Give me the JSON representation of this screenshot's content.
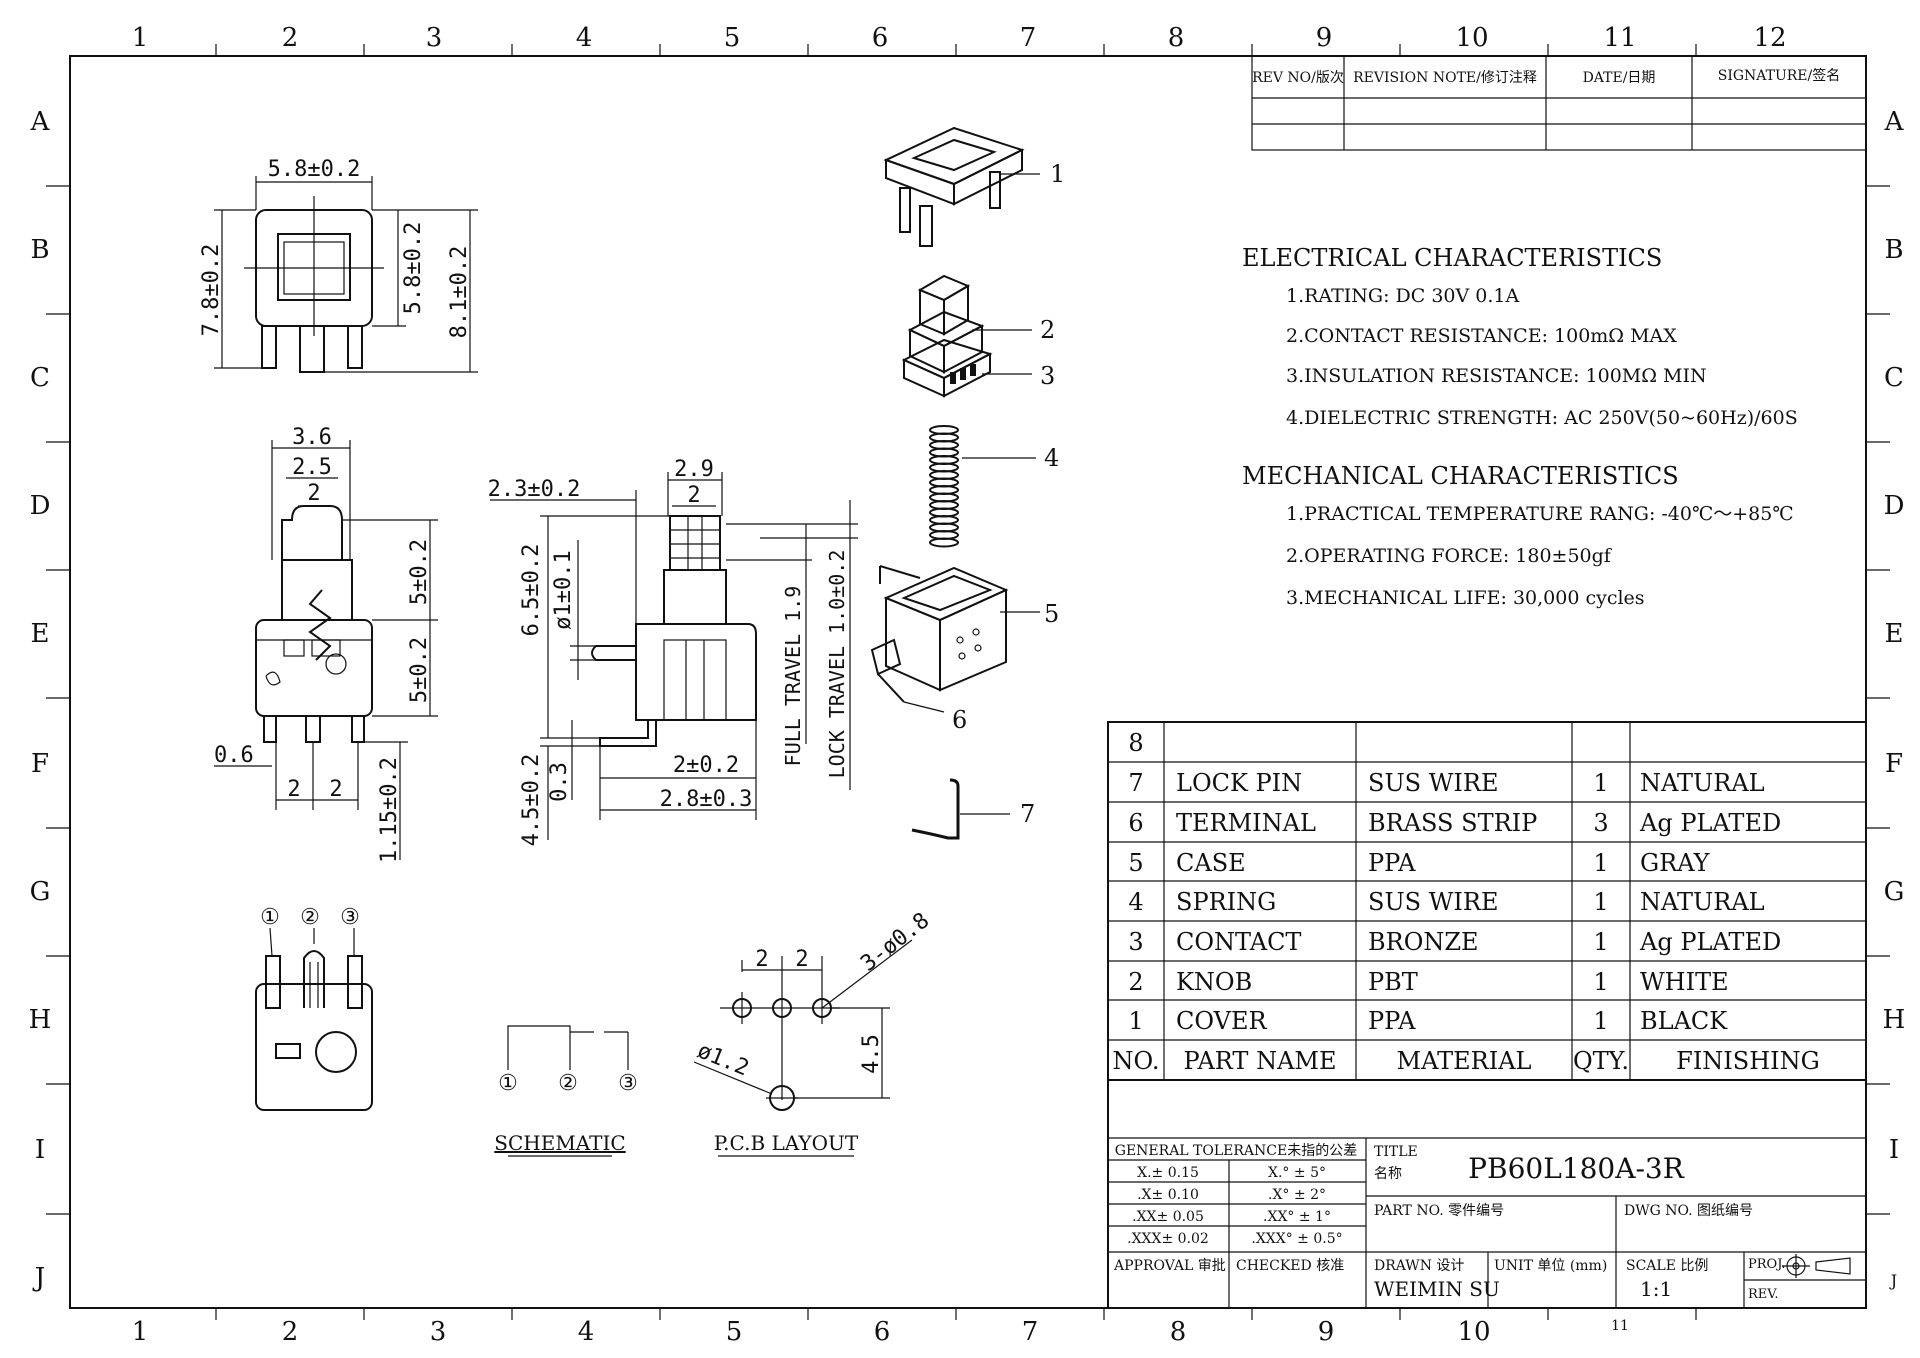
{
  "border": {
    "columns": [
      "1",
      "2",
      "3",
      "4",
      "5",
      "6",
      "7",
      "8",
      "9",
      "10",
      "11",
      "12"
    ],
    "bottom_columns": [
      "1",
      "2",
      "3",
      "4",
      "5",
      "6",
      "7",
      "8",
      "9",
      "10",
      "11"
    ],
    "rows": [
      "A",
      "B",
      "C",
      "D",
      "E",
      "F",
      "G",
      "H",
      "I",
      "J"
    ]
  },
  "revision": {
    "headers": [
      "REV NO/版次",
      "REVISION NOTE/修订注释",
      "DATE/日期",
      "SIGNATURE/签名"
    ]
  },
  "electrical": {
    "title": "ELECTRICAL CHARACTERISTICS",
    "items": [
      "1.RATING: DC 30V 0.1A",
      "2.CONTACT RESISTANCE: 100mΩ MAX",
      "3.INSULATION RESISTANCE: 100MΩ MIN",
      "4.DIELECTRIC STRENGTH: AC 250V(50~60Hz)/60S"
    ]
  },
  "mechanical": {
    "title": "MECHANICAL CHARACTERISTICS",
    "items": [
      "1.PRACTICAL TEMPERATURE RANG: -40℃～+85℃",
      "2.OPERATING FORCE: 180±50gf",
      "3.MECHANICAL LIFE: 30,000 cycles"
    ]
  },
  "bom": {
    "headers": [
      "NO.",
      "PART NAME",
      "MATERIAL",
      "QTY.",
      "FINISHING"
    ],
    "rows": [
      [
        "8",
        "",
        "",
        "",
        ""
      ],
      [
        "7",
        "LOCK PIN",
        "SUS WIRE",
        "1",
        "NATURAL"
      ],
      [
        "6",
        "TERMINAL",
        "BRASS STRIP",
        "3",
        "Ag PLATED"
      ],
      [
        "5",
        "CASE",
        "PPA",
        "1",
        "GRAY"
      ],
      [
        "4",
        "SPRING",
        "SUS WIRE",
        "1",
        "NATURAL"
      ],
      [
        "3",
        "CONTACT",
        "BRONZE",
        "1",
        "Ag PLATED"
      ],
      [
        "2",
        "KNOB",
        "PBT",
        "1",
        "WHITE"
      ],
      [
        "1",
        "COVER",
        "PPA",
        "1",
        "BLACK"
      ]
    ]
  },
  "title_block": {
    "tolerance_title": "GENERAL TOLERANCE未指的公差",
    "tolerances": [
      [
        "X.± 0.15",
        "X.° ± 5°"
      ],
      [
        ".X± 0.10",
        ".X° ± 2°"
      ],
      [
        ".XX± 0.05",
        ".XX° ± 1°"
      ],
      [
        ".XXX± 0.02",
        ".XXX° ± 0.5°"
      ]
    ],
    "title_label": "TITLE",
    "title_label_cn": "名称",
    "title": "PB60L180A-3R",
    "part_no_label": "PART NO. 零件编号",
    "dwg_no_label": "DWG NO. 图纸编号",
    "approval_label": "APPROVAL 审批",
    "checked_label": "CHECKED 核准",
    "drawn_label": "DRAWN 设计",
    "drawn_by": "WEIMIN SU",
    "unit_label": "UNIT 单位 (mm)",
    "scale_label": "SCALE 比例",
    "scale": "1:1",
    "proj_label": "PROJ.",
    "rev_label": "REV."
  },
  "dimensions": {
    "top_w": "5.8±0.2",
    "top_h1": "7.8±0.2",
    "top_h2": "5.8±0.2",
    "top_h3": "8.1±0.2",
    "front_w1": "3.6",
    "front_w2": "2.5",
    "front_w3": "2",
    "front_h1": "5±0.2",
    "front_h2": "5±0.2",
    "front_pin": "0.6",
    "front_p1": "2",
    "front_p2": "2",
    "front_bot": "1.15±0.2",
    "side_a": "2.3±0.2",
    "side_b": "2.9",
    "side_c": "2",
    "side_h1": "6.5±0.2",
    "side_d": "ø1±0.1",
    "side_h2": "4.5±0.2",
    "side_e": "0.3",
    "side_f": "2±0.2",
    "side_g": "2.8±0.3",
    "full_travel": "FULL TRAVEL 1.9",
    "lock_travel": "LOCK TRAVEL 1.0±0.2",
    "pcb_p1": "2",
    "pcb_p2": "2",
    "pcb_holes": "3-ø0.8",
    "pcb_hole2": "ø1.2",
    "pcb_h": "4.5"
  },
  "labels": {
    "schematic": "SCHEMATIC",
    "pcb": "P.C.B LAYOUT",
    "pins": [
      "①",
      "②",
      "③"
    ],
    "balloons": [
      "1",
      "2",
      "3",
      "4",
      "5",
      "6",
      "7"
    ]
  }
}
